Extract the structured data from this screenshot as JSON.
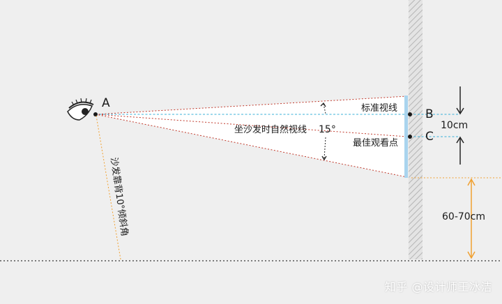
{
  "points": {
    "a": "A",
    "b": "B",
    "c": "C"
  },
  "labels": {
    "standard_sightline": "标准视线",
    "best_viewpoint": "最佳观看点",
    "natural_sightline": "坐沙发时自然视线",
    "angle": "15°",
    "gap": "10cm",
    "height": "60-70cm",
    "backrest": "沙发靠背10°倾斜角"
  },
  "watermark": "知乎 @设计师王冰洁",
  "colors": {
    "background": "#efefef",
    "wall_hatch": "#b8b8b8",
    "screen": "#a9d4ee",
    "sightline_blue": "#3ab0d8",
    "sightline_red": "#c0392b",
    "dimension_orange": "#f0a030",
    "floor_dots": "#555555"
  }
}
